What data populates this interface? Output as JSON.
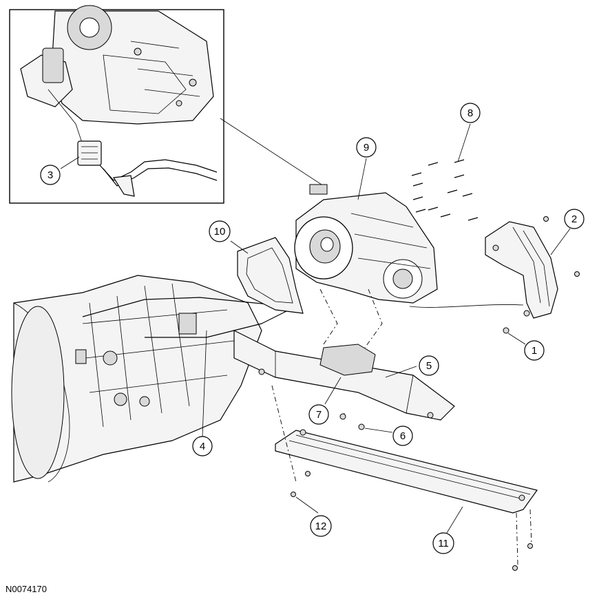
{
  "figure_id": "N0074170",
  "callouts": [
    "1",
    "2",
    "3",
    "4",
    "5",
    "6",
    "7",
    "8",
    "9",
    "10",
    "11",
    "12"
  ]
}
